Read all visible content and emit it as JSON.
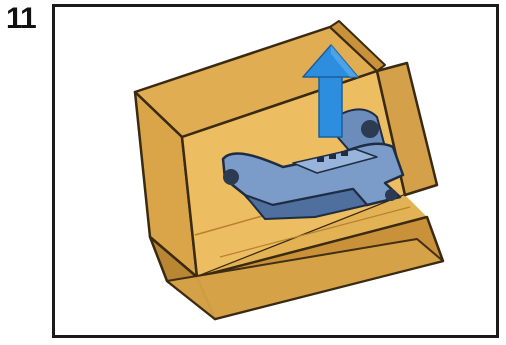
{
  "step": {
    "number": "11"
  },
  "illustration": {
    "subject": "box-with-monitor-stand",
    "icons": [
      "cardboard-box",
      "monitor-stand",
      "lift-up-arrow"
    ],
    "colors": {
      "box_inside": "#e8b85a",
      "box_outside": "#c8913a",
      "box_edge": "#3a2a12",
      "stand": "#7b9cc8",
      "stand_dark": "#4f6f9e",
      "arrow": "#2d8ee0",
      "frame": "#1a1a1a"
    }
  }
}
